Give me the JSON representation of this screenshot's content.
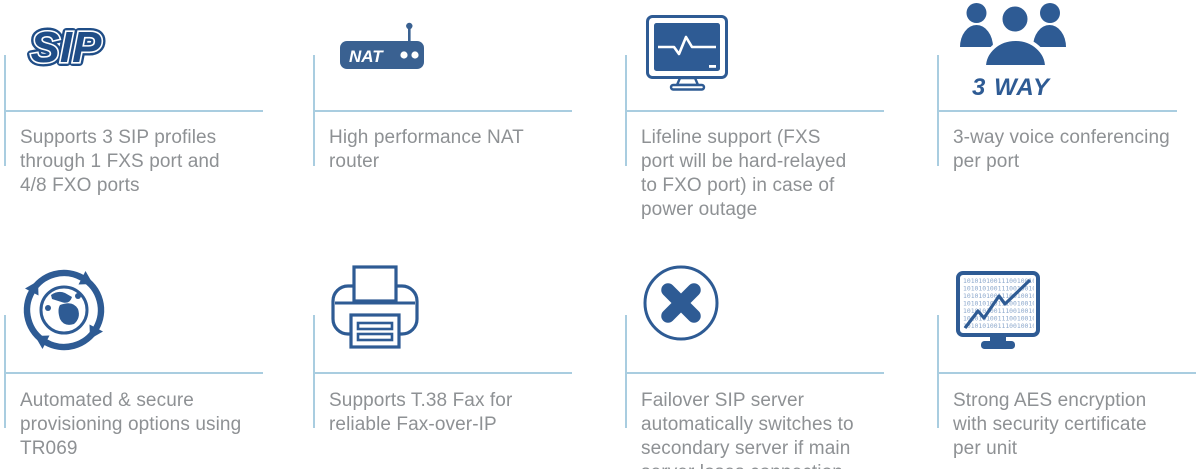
{
  "colors": {
    "icon_blue": "#2e5b94",
    "sip_navy": "#1f4d87",
    "nat_blue": "#3a6191",
    "rule_blue": "#a9cde0",
    "text_gray": "#8e9194",
    "binary_blue": "#8ca8cc"
  },
  "icons": {
    "sip_label": "SIP",
    "nat_label": "NAT",
    "three_way_label": "3 WAY",
    "binary_row": "1010101001110010010101010"
  },
  "features": [
    {
      "name": "sip-profiles",
      "text": "Supports 3 SIP profiles\nthrough 1 FXS port and\n4/8 FXO ports"
    },
    {
      "name": "nat-router",
      "text": "High performance NAT\nrouter"
    },
    {
      "name": "lifeline-support",
      "text": "Lifeline support (FXS\nport will be hard-relayed\nto FXO port) in case of\npower outage"
    },
    {
      "name": "three-way-conferencing",
      "text": "3-way voice conferencing\nper port"
    },
    {
      "name": "auto-provisioning",
      "text": "Automated & secure\nprovisioning options using\nTR069"
    },
    {
      "name": "t38-fax",
      "text": "Supports T.38 Fax for\nreliable Fax-over-IP"
    },
    {
      "name": "failover-sip",
      "text": "Failover SIP server\nautomatically switches to\nsecondary server if main\nserver loses connection"
    },
    {
      "name": "aes-encryption",
      "text": "Strong AES encryption\nwith security certificate\nper unit"
    }
  ]
}
